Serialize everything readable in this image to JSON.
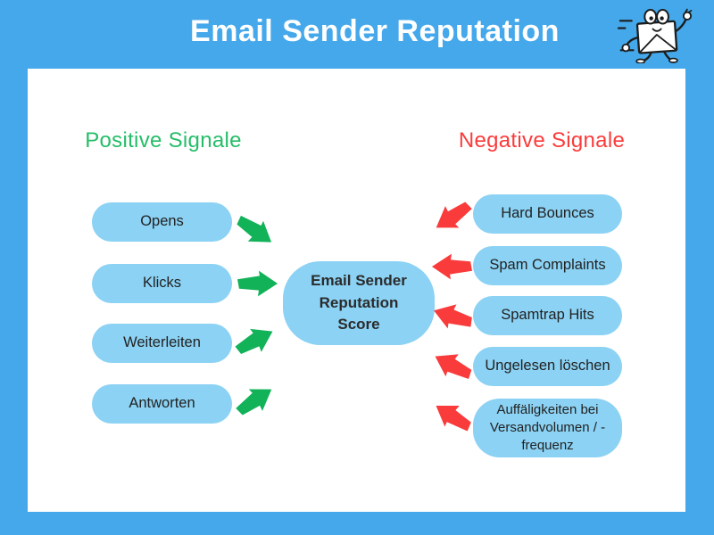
{
  "title": "Email Sender Reputation",
  "colors": {
    "frame_blue": "#44A8EB",
    "card_white": "#FFFFFF",
    "pill_blue": "#8BD2F4",
    "positive_green": "#25BD68",
    "green_arrow": "#12B259",
    "negative_red": "#FB3B3B",
    "red_arrow": "#F93B3B",
    "title_white": "#FFFFFF",
    "text_dark": "#222222"
  },
  "icons": {
    "mascot": "running-envelope-mascot-icon",
    "positive_arrow": "arrow-right-icon",
    "negative_arrow": "arrow-left-icon"
  },
  "left_column": {
    "heading": "Positive Signale",
    "items": [
      "Opens",
      "Klicks",
      "Weiterleiten",
      "Antworten"
    ]
  },
  "right_column": {
    "heading": "Negative Signale",
    "items": [
      "Hard Bounces",
      "Spam Complaints",
      "Spamtrap Hits",
      "Ungelesen löschen",
      "Auffäligkeiten bei Versandvolumen / -frequenz"
    ]
  },
  "center": {
    "label": "Email Sender Reputation Score"
  }
}
